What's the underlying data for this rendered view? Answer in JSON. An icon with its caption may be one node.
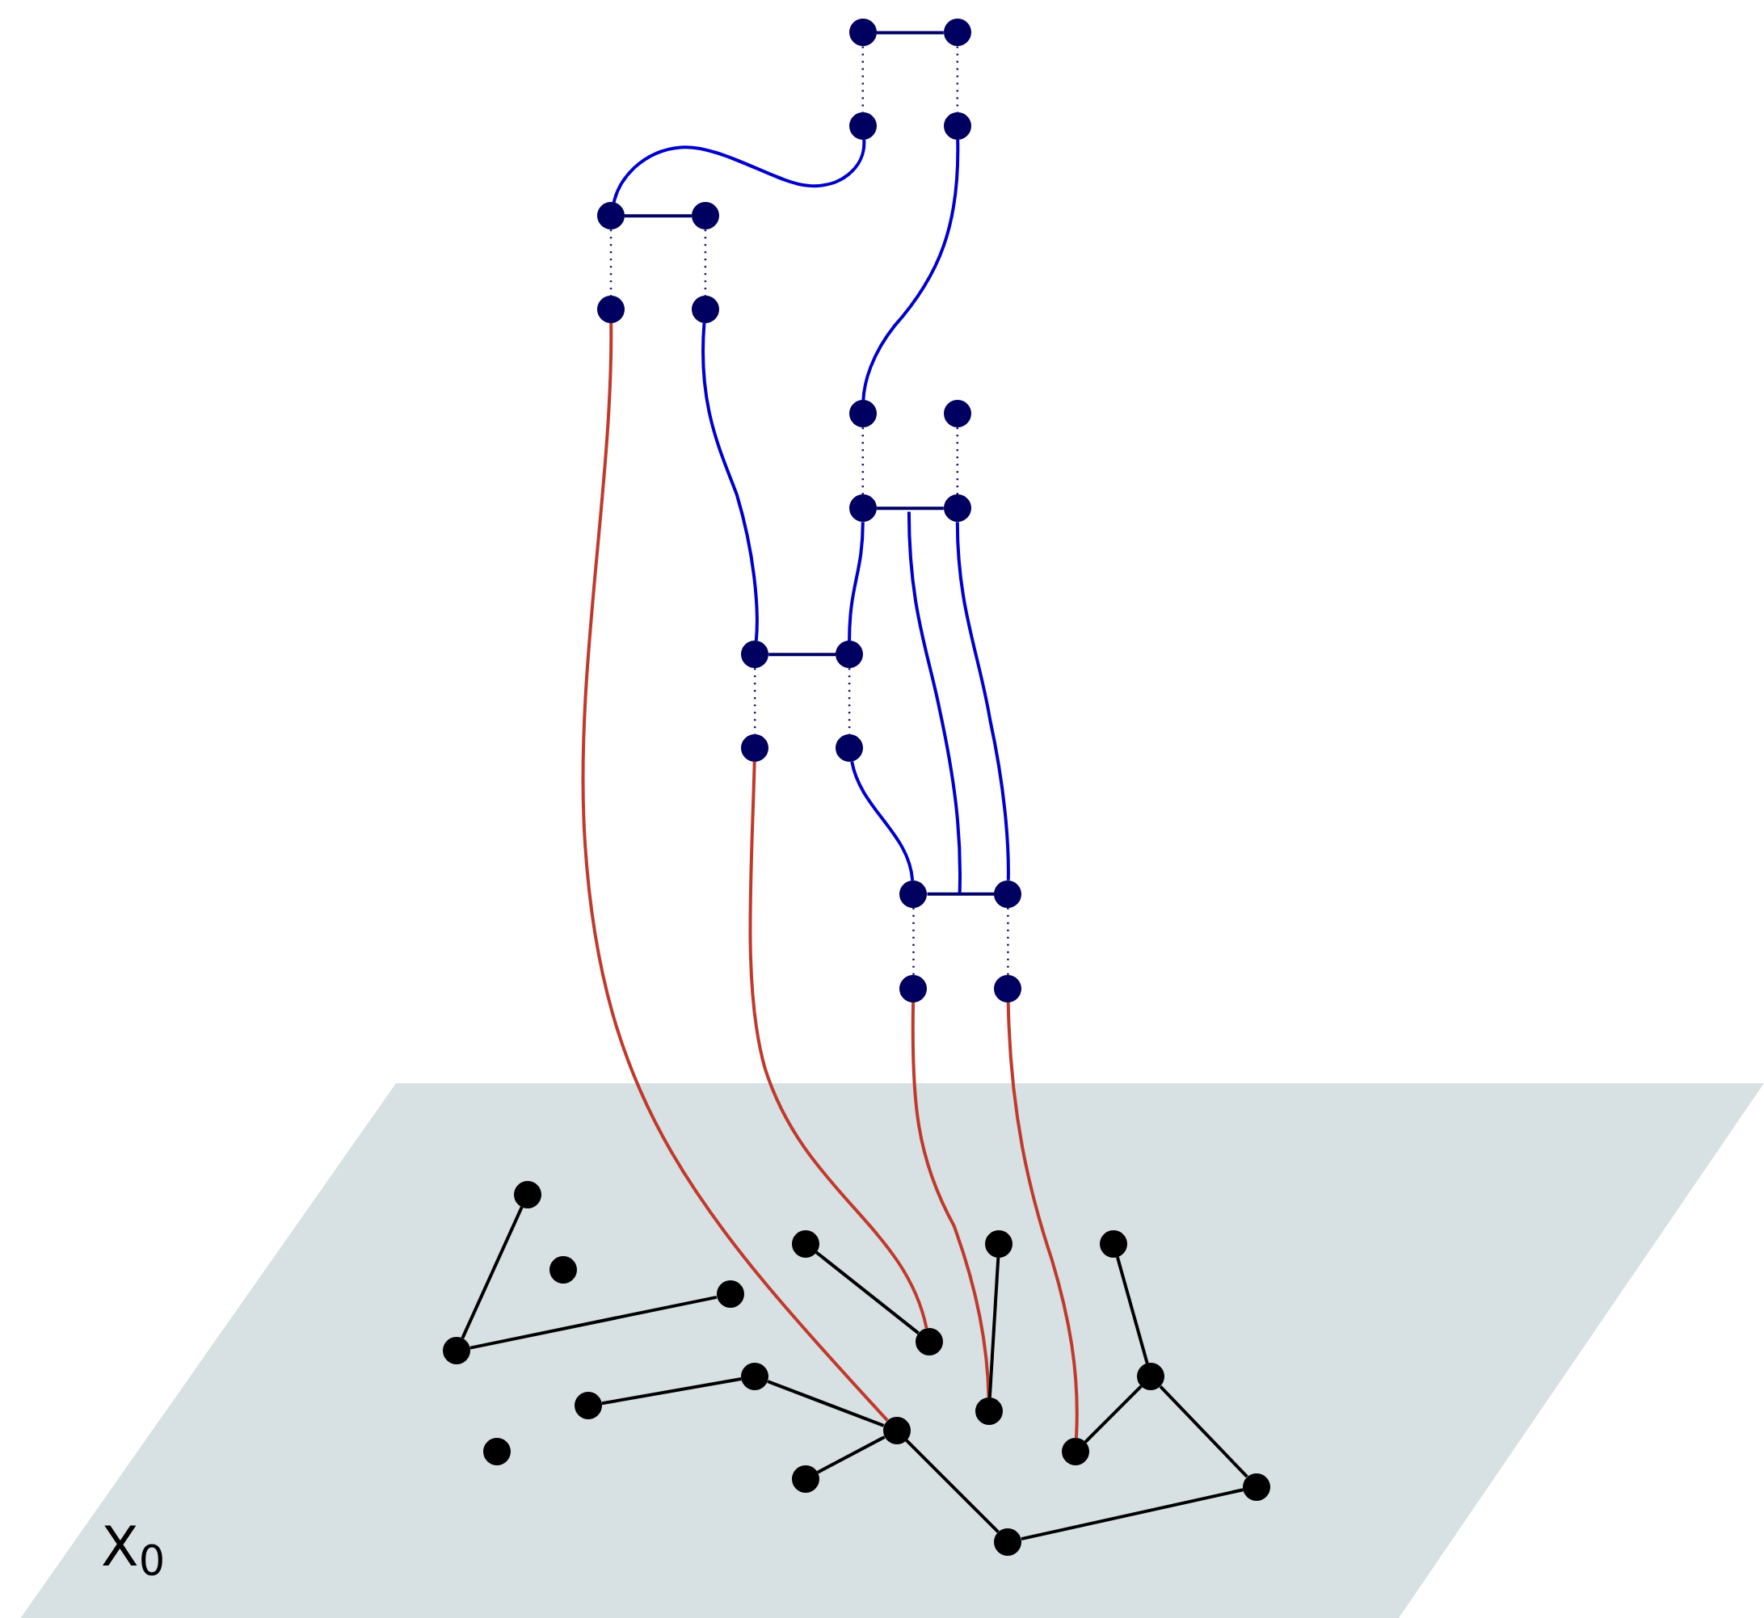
{
  "diagram": {
    "nodes": [
      {
        "text": [
          "X$_{0}$"
        ]
      },
      {
        "text": [],
        "shape": "circle"
      },
      {
        "text": [],
        "shape": "circle"
      },
      {
        "text": [],
        "shape": "circle"
      },
      {
        "text": [],
        "shape": "circle"
      },
      {
        "text": [],
        "shape": "circle"
      },
      {
        "text": [],
        "shape": "circle"
      },
      {
        "text": [],
        "shape": "circle"
      },
      {
        "text": [],
        "shape": "circle"
      },
      {
        "text": [],
        "shape": "circle"
      },
      {
        "text": [],
        "shape": "circle"
      },
      {
        "text": [],
        "shape": "circle"
      },
      {
        "text": [],
        "shape": "circle"
      },
      {
        "text": [],
        "shape": "circle"
      },
      {
        "text": [],
        "shape": "circle"
      },
      {
        "text": [],
        "shape": "circle"
      },
      {
        "text": [],
        "shape": "circle"
      },
      {
        "text": [],
        "shape": "circle"
      },
      {
        "text": [],
        "shape": "circle"
      },
      {
        "text": [],
        "shape": "circle"
      },
      {
        "text": [],
        "shape": "circle"
      },
      {
        "text": [],
        "shape": "circle",
        "in": 0
      },
      {
        "text": [],
        "shape": "circle",
        "in": 0
      },
      {
        "text": [],
        "shape": "circle",
        "in": 0
      },
      {
        "text": [],
        "shape": "circle",
        "in": 0
      },
      {
        "text": [],
        "shape": "circle",
        "in": 0
      },
      {
        "text": [],
        "shape": "circle",
        "in": 0
      },
      {
        "text": [],
        "shape": "circle",
        "in": 0
      },
      {
        "text": [],
        "shape": "circle",
        "in": 0
      },
      {
        "text": [],
        "shape": "circle",
        "in": 0
      },
      {
        "text": [],
        "shape": "circle",
        "in": 0
      },
      {
        "text": [],
        "shape": "circle",
        "in": 0
      },
      {
        "text": [],
        "shape": "circle",
        "in": 0
      },
      {
        "text": [],
        "shape": "circle",
        "in": 0
      },
      {
        "text": [],
        "shape": "circle",
        "in": 0
      },
      {
        "text": [],
        "shape": "circle",
        "in": 0
      },
      {
        "text": [],
        "shape": "circle",
        "in": 0
      },
      {
        "text": [],
        "shape": "circle",
        "in": 0
      },
      {
        "text": [],
        "shape": "circle",
        "in": 0
      }
    ],
    "edges": [
      {
        "from": 1,
        "to": 2,
        "arrow": "none",
        "color": "#000066"
      },
      {
        "from": 1,
        "to": 3,
        "arrow": "none",
        "style": "dashed",
        "color": "#000066"
      },
      {
        "from": 2,
        "to": 4,
        "arrow": "none",
        "style": "dashed",
        "color": "#000066"
      },
      {
        "from": 3,
        "to": 5,
        "arrow": "none",
        "color": "#0000cc"
      },
      {
        "from": 4,
        "to": 9,
        "arrow": "none",
        "color": "#0000cc"
      },
      {
        "from": 5,
        "to": 6,
        "arrow": "none",
        "color": "#000066"
      },
      {
        "from": 5,
        "to": 7,
        "arrow": "none",
        "style": "dashed",
        "color": "#000066"
      },
      {
        "from": 6,
        "to": 8,
        "arrow": "none",
        "style": "dashed",
        "color": "#000066"
      },
      {
        "from": 8,
        "to": 13,
        "arrow": "none",
        "color": "#0000cc"
      },
      {
        "from": 7,
        "to": 35,
        "arrow": "none",
        "color": "#c0392b"
      },
      {
        "from": 9,
        "to": 11,
        "arrow": "none",
        "style": "dashed",
        "color": "#000066"
      },
      {
        "from": 10,
        "to": 12,
        "arrow": "none",
        "style": "dashed",
        "color": "#000066"
      },
      {
        "from": 11,
        "to": 12,
        "arrow": "none",
        "color": "#000066"
      },
      {
        "from": 11,
        "to": 14,
        "arrow": "none",
        "color": "#0000cc"
      },
      {
        "from": 12,
        "to": 18,
        "arrow": "none",
        "color": "#0000cc"
      },
      {
        "from": 13,
        "to": 14,
        "arrow": "none",
        "color": "#000066"
      },
      {
        "from": 13,
        "to": 15,
        "arrow": "none",
        "style": "dashed",
        "color": "#000066"
      },
      {
        "from": 14,
        "to": 16,
        "arrow": "none",
        "style": "dashed",
        "color": "#000066"
      },
      {
        "from": 15,
        "to": 26,
        "arrow": "none",
        "color": "#c0392b"
      },
      {
        "from": 16,
        "to": 17,
        "arrow": "none",
        "color": "#0000cc"
      },
      {
        "from": 17,
        "to": 18,
        "arrow": "none",
        "color": "#000066"
      },
      {
        "from": 17,
        "to": 19,
        "arrow": "none",
        "style": "dashed",
        "color": "#000066"
      },
      {
        "from": 18,
        "to": 20,
        "arrow": "none",
        "style": "dashed",
        "color": "#000066"
      },
      {
        "from": 19,
        "to": 28,
        "arrow": "none",
        "color": "#c0392b"
      },
      {
        "from": 20,
        "to": 31,
        "arrow": "none",
        "color": "#c0392b"
      },
      {
        "from": 21,
        "to": 24,
        "arrow": "none",
        "color": "#000000"
      },
      {
        "from": 24,
        "to": 23,
        "arrow": "none",
        "color": "#000000"
      },
      {
        "from": 25,
        "to": 26,
        "arrow": "none",
        "color": "#000000"
      },
      {
        "from": 27,
        "to": 28,
        "arrow": "none",
        "color": "#000000"
      },
      {
        "from": 29,
        "to": 30,
        "arrow": "none",
        "color": "#000000"
      },
      {
        "from": 30,
        "to": 31,
        "arrow": "none",
        "color": "#000000"
      },
      {
        "from": 30,
        "to": 32,
        "arrow": "none",
        "color": "#000000"
      },
      {
        "from": 32,
        "to": 38,
        "arrow": "none",
        "color": "#000000"
      },
      {
        "from": 38,
        "to": 35,
        "arrow": "none",
        "color": "#000000"
      },
      {
        "from": 35,
        "to": 34,
        "arrow": "none",
        "color": "#000000"
      },
      {
        "from": 34,
        "to": 33,
        "arrow": "none",
        "color": "#000000"
      },
      {
        "from": 35,
        "to": 36,
        "arrow": "none",
        "color": "#000000"
      }
    ]
  }
}
